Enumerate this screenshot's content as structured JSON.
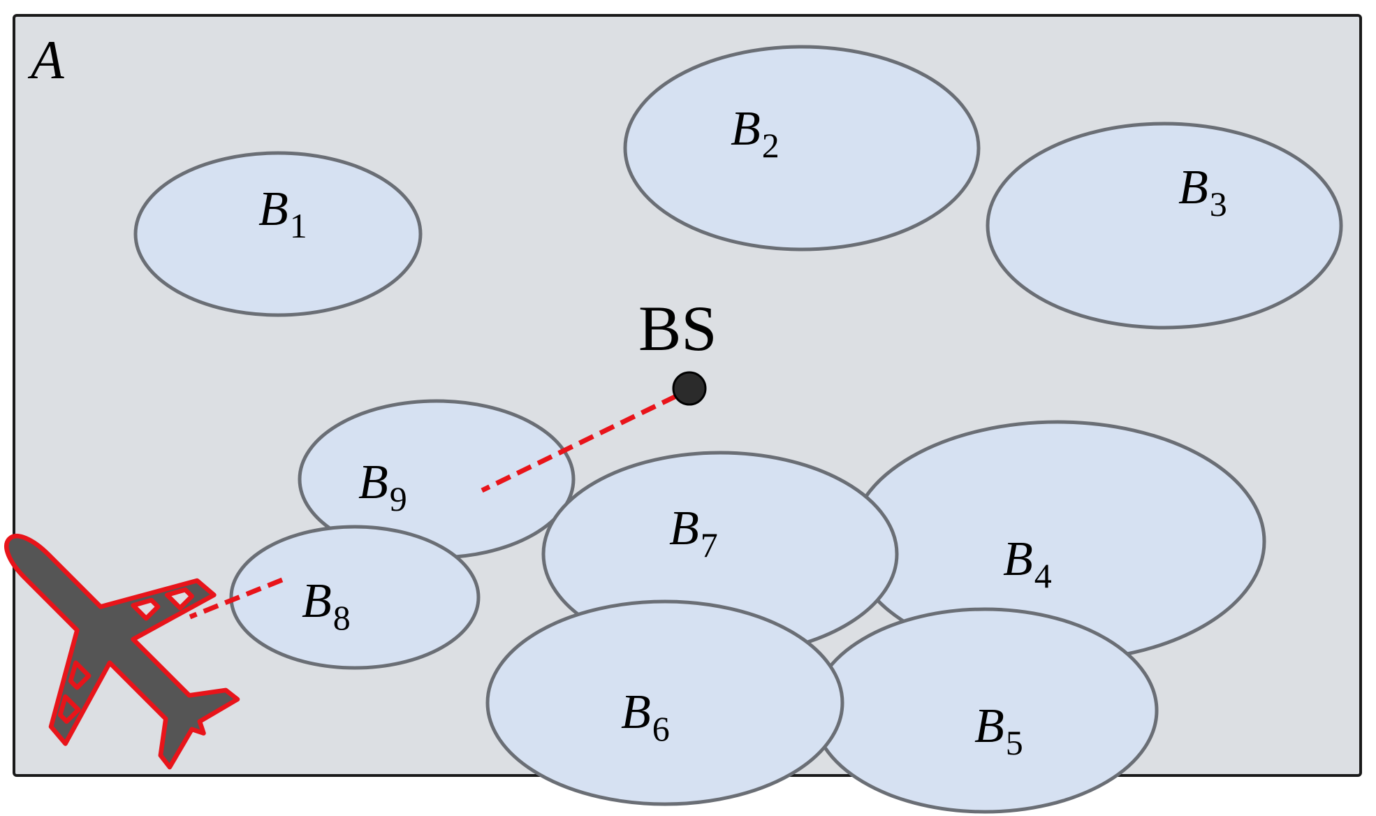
{
  "region": {
    "label": "A",
    "fill": "#dcdfe3",
    "stroke": "#1a1a1a"
  },
  "zone_style": {
    "fill": "#d6e1f2",
    "stroke": "#6a6e75"
  },
  "zones": [
    {
      "id": "b1",
      "letter": "B",
      "sub": "1"
    },
    {
      "id": "b2",
      "letter": "B",
      "sub": "2"
    },
    {
      "id": "b3",
      "letter": "B",
      "sub": "3"
    },
    {
      "id": "b4",
      "letter": "B",
      "sub": "4"
    },
    {
      "id": "b5",
      "letter": "B",
      "sub": "5"
    },
    {
      "id": "b6",
      "letter": "B",
      "sub": "6"
    },
    {
      "id": "b7",
      "letter": "B",
      "sub": "7"
    },
    {
      "id": "b8",
      "letter": "B",
      "sub": "8"
    },
    {
      "id": "b9",
      "letter": "B",
      "sub": "9"
    }
  ],
  "base_station": {
    "label": "BS",
    "fill": "#2b2b2b"
  },
  "link_color": "#e8141a",
  "aircraft": {
    "icon": "airplane-icon",
    "fill": "#555555",
    "outline": "#e8141a"
  }
}
